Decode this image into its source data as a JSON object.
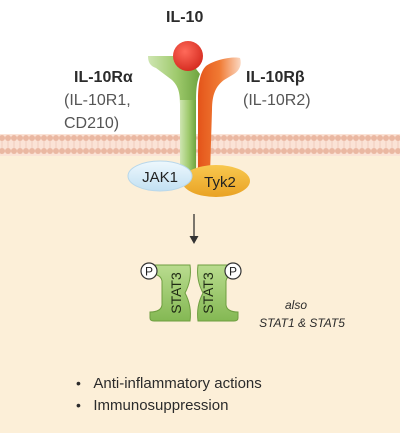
{
  "ligand": {
    "label": "IL-10",
    "color": "#e8392b"
  },
  "receptor_alpha": {
    "name": "IL-10Rα",
    "alias_line1": "(IL-10R1,",
    "alias_line2": "CD210)",
    "color": "#8dbf5a"
  },
  "receptor_beta": {
    "name": "IL-10Rβ",
    "alias": "(IL-10R2)",
    "color": "#ea6a22"
  },
  "kinases": [
    {
      "label": "JAK1",
      "color": "#cfe7f5"
    },
    {
      "label": "Tyk2",
      "color": "#f3b537"
    }
  ],
  "stat_dimer": {
    "left_label": "STAT3",
    "right_label": "STAT3",
    "phospho_label": "P",
    "color": "#8dbf5a"
  },
  "also_note": {
    "line1": "also",
    "line2": "STAT1 & STAT5"
  },
  "outcomes": [
    "Anti-inflammatory actions",
    "Immunosuppression"
  ],
  "bullet": "•",
  "colors": {
    "membrane": "#eec3b0",
    "cytoplasm": "#fcefd8",
    "text": "#2b2b2b"
  }
}
